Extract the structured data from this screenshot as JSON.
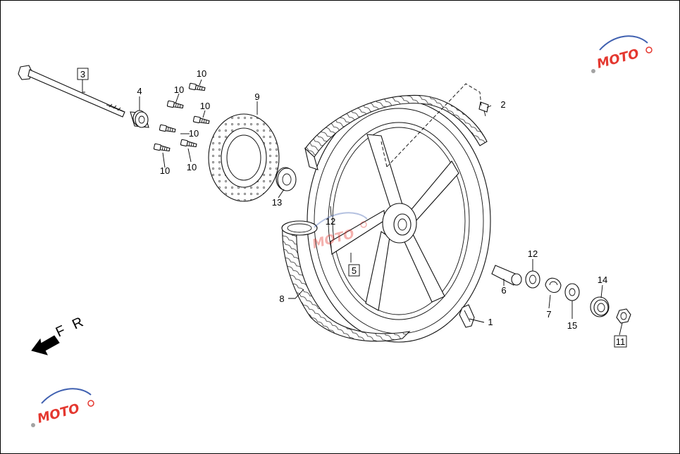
{
  "diagram": {
    "direction_label": "F R",
    "callouts": [
      {
        "id": "part-1",
        "text": "1",
        "boxed": false
      },
      {
        "id": "part-2",
        "text": "2",
        "boxed": false
      },
      {
        "id": "part-3",
        "text": "3",
        "boxed": true
      },
      {
        "id": "part-4",
        "text": "4",
        "boxed": false
      },
      {
        "id": "part-5",
        "text": "5",
        "boxed": true
      },
      {
        "id": "part-6",
        "text": "6",
        "boxed": false
      },
      {
        "id": "part-7",
        "text": "7",
        "boxed": false
      },
      {
        "id": "part-8",
        "text": "8",
        "boxed": false
      },
      {
        "id": "part-9",
        "text": "9",
        "boxed": false
      },
      {
        "id": "part-10a",
        "text": "10",
        "boxed": false
      },
      {
        "id": "part-10b",
        "text": "10",
        "boxed": false
      },
      {
        "id": "part-10c",
        "text": "10",
        "boxed": false
      },
      {
        "id": "part-10d",
        "text": "10",
        "boxed": false
      },
      {
        "id": "part-10e",
        "text": "10",
        "boxed": false
      },
      {
        "id": "part-10f",
        "text": "10",
        "boxed": false
      },
      {
        "id": "part-11",
        "text": "11",
        "boxed": true
      },
      {
        "id": "part-12a",
        "text": "12",
        "boxed": false
      },
      {
        "id": "part-12b",
        "text": "12",
        "boxed": false
      },
      {
        "id": "part-13",
        "text": "13",
        "boxed": false
      },
      {
        "id": "part-14",
        "text": "14",
        "boxed": false
      },
      {
        "id": "part-15",
        "text": "15",
        "boxed": false
      }
    ],
    "watermark": {
      "text": "MOTO",
      "colors": {
        "red": "#e2231a",
        "blue": "#2b4fa8",
        "grey": "#9a9a9a"
      }
    }
  }
}
